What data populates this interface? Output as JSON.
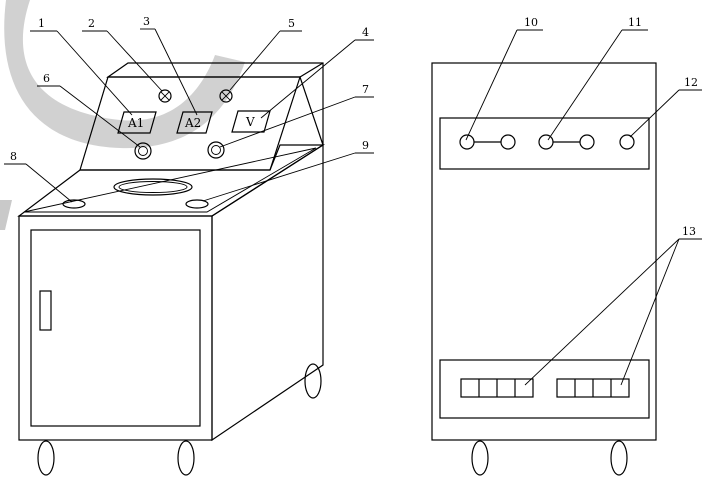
{
  "colors": {
    "line": "#000000",
    "background": "#ffffff",
    "watermark": "#c9c9c9"
  },
  "front_view": {
    "meters": [
      {
        "id": "meter-a1",
        "label": "A1"
      },
      {
        "id": "meter-a2",
        "label": "A2"
      },
      {
        "id": "meter-v",
        "label": "V"
      }
    ]
  },
  "callouts": [
    {
      "id": "callout-1",
      "label": "1"
    },
    {
      "id": "callout-2",
      "label": "2"
    },
    {
      "id": "callout-3",
      "label": "3"
    },
    {
      "id": "callout-4",
      "label": "4"
    },
    {
      "id": "callout-5",
      "label": "5"
    },
    {
      "id": "callout-6",
      "label": "6"
    },
    {
      "id": "callout-7",
      "label": "7"
    },
    {
      "id": "callout-8",
      "label": "8"
    },
    {
      "id": "callout-9",
      "label": "9"
    },
    {
      "id": "callout-10",
      "label": "10"
    },
    {
      "id": "callout-11",
      "label": "11"
    },
    {
      "id": "callout-12",
      "label": "12"
    },
    {
      "id": "callout-13",
      "label": "13"
    }
  ]
}
